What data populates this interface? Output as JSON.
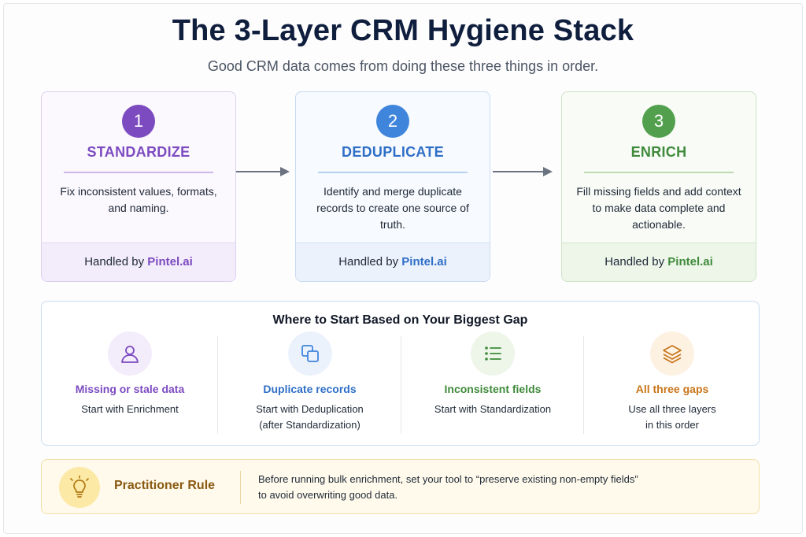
{
  "header": {
    "title": "The 3-Layer CRM Hygiene Stack",
    "subtitle": "Good CRM data comes from doing these three things in order."
  },
  "layers": [
    {
      "number": "1",
      "name": "STANDARDIZE",
      "description": "Fix inconsistent values, formats, and naming.",
      "footer_prefix": "Handled by",
      "footer_brand": "Pintel.ai",
      "color": "#7c4bc0"
    },
    {
      "number": "2",
      "name": "DEDUPLICATE",
      "description": "Identify and merge duplicate records to create one source of truth.",
      "footer_prefix": "Handled by",
      "footer_brand": "Pintel.ai",
      "color": "#3f85dc"
    },
    {
      "number": "3",
      "name": "ENRICH",
      "description": "Fill missing fields and add context to make data complete and actionable.",
      "footer_prefix": "Handled by",
      "footer_brand": "Pintel.ai",
      "color": "#52a04e"
    }
  ],
  "gaps": {
    "title": "Where to Start Based on Your Biggest Gap",
    "items": [
      {
        "icon": "user-icon",
        "label": "Missing or stale data",
        "hint_line1": "Start with Enrichment",
        "hint_line2": "",
        "color": "#7c4bc0"
      },
      {
        "icon": "duplicate-icon",
        "label": "Duplicate records",
        "hint_line1": "Start with Deduplication",
        "hint_line2": "(after Standardization)",
        "color": "#2f6fc7"
      },
      {
        "icon": "list-icon",
        "label": "Inconsistent fields",
        "hint_line1": "Start with Standardization",
        "hint_line2": "",
        "color": "#3f8a3b"
      },
      {
        "icon": "layers-icon",
        "label": "All three gaps",
        "hint_line1": "Use all three layers",
        "hint_line2": "in this order",
        "color": "#c9751a"
      }
    ]
  },
  "rule": {
    "icon": "lightbulb-icon",
    "title": "Practitioner Rule",
    "text_line1": "Before running bulk enrichment, set your tool to “preserve existing non-empty fields”",
    "text_line2": "to avoid overwriting good data."
  }
}
